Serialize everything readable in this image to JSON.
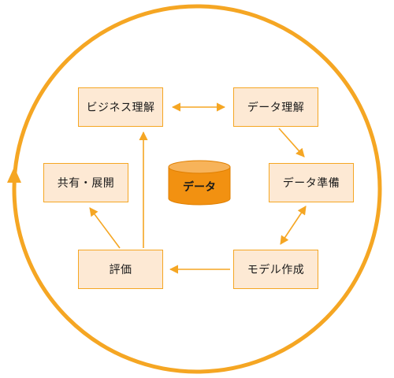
{
  "diagram": {
    "nodes": {
      "business_understanding": "ビジネス理解",
      "data_understanding": "データ理解",
      "data_preparation": "データ準備",
      "modeling": "モデル作成",
      "evaluation": "評価",
      "deployment": "共有・展開",
      "data": "データ"
    },
    "edges": [
      {
        "from": "business_understanding",
        "to": "data_understanding",
        "direction": "both"
      },
      {
        "from": "data_understanding",
        "to": "data_preparation",
        "direction": "forward"
      },
      {
        "from": "data_preparation",
        "to": "modeling",
        "direction": "both"
      },
      {
        "from": "modeling",
        "to": "evaluation",
        "direction": "forward"
      },
      {
        "from": "evaluation",
        "to": "business_understanding",
        "direction": "forward"
      },
      {
        "from": "evaluation",
        "to": "deployment",
        "direction": "forward"
      }
    ],
    "colors": {
      "accent": "#f5a623",
      "box_fill": "#fde9d4",
      "cylinder_fill": "#f29111",
      "cylinder_top": "#f7b35a"
    }
  }
}
